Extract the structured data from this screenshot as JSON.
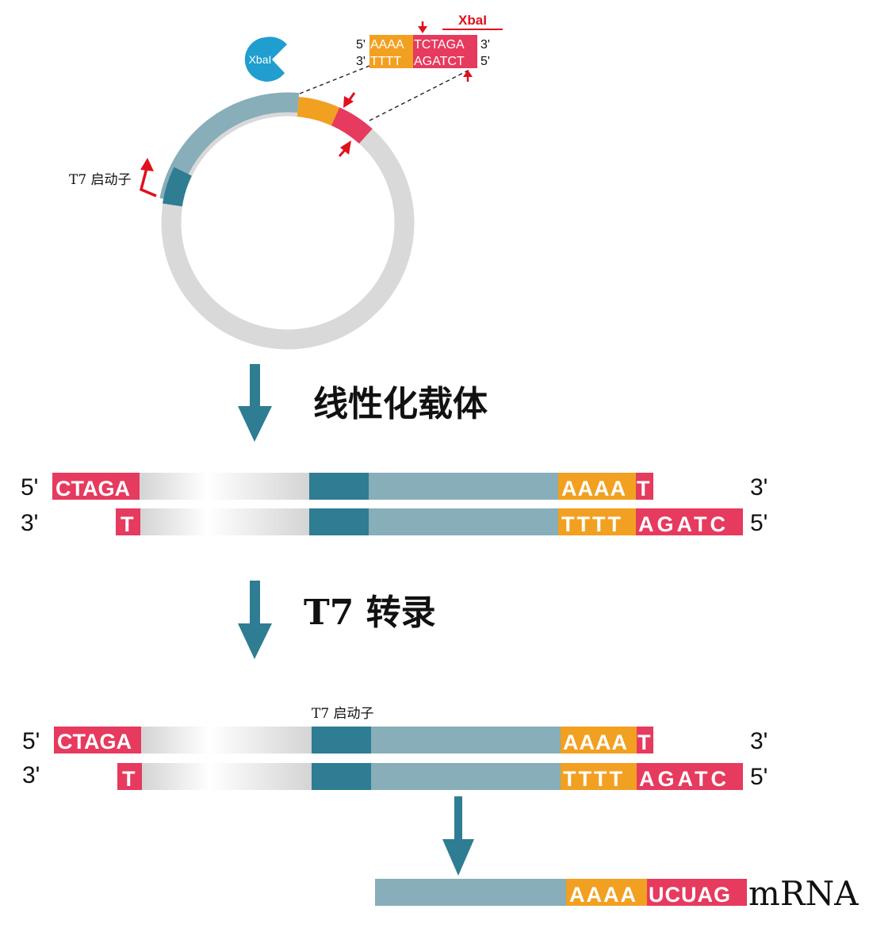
{
  "colors": {
    "backbone_light": "#87aeb9",
    "promoter_dark": "#2e7d92",
    "orange": "#f2a021",
    "pink": "#e63a5e",
    "grey": "#d9d9d9",
    "red": "#e0111d",
    "enzyme": "#1f9ecf",
    "arrow": "#2e7d92"
  },
  "plasmid": {
    "enzyme_label": "XbaI",
    "promoter_label": "T7 启动子"
  },
  "site_zoom": {
    "title": "XbaI",
    "top_5": "5'",
    "top_orange": "AAAA",
    "top_pink": "TCTAGA",
    "top_3": "3'",
    "bot_3": "3'",
    "bot_orange": "TTTT",
    "bot_pink": "AGATCT",
    "bot_5": "5'"
  },
  "steps": {
    "step1": "线性化载体",
    "step2": "T7 转录"
  },
  "linear": {
    "top_left_end": "5'",
    "top_right_end": "3'",
    "bot_left_end": "3'",
    "bot_right_end": "5'",
    "top_pink_left": "CTAGA",
    "top_orange": "AAAA",
    "top_pink_right": "T",
    "bot_pink_left": "T",
    "bot_orange": "TTTT",
    "bot_pink_right": "AGATC"
  },
  "transcription": {
    "promoter_label": "T7 启动子",
    "top_left_end": "5'",
    "top_right_end": "3'",
    "bot_left_end": "3'",
    "bot_right_end": "5'",
    "top_pink_left": "CTAGA",
    "top_orange": "AAAA",
    "top_pink_right": "T",
    "bot_pink_left": "T",
    "bot_orange": "TTTT",
    "bot_pink_right": "AGATC"
  },
  "mrna": {
    "orange": "AAAA",
    "pink": "UCUAG",
    "label": "mRNA"
  }
}
